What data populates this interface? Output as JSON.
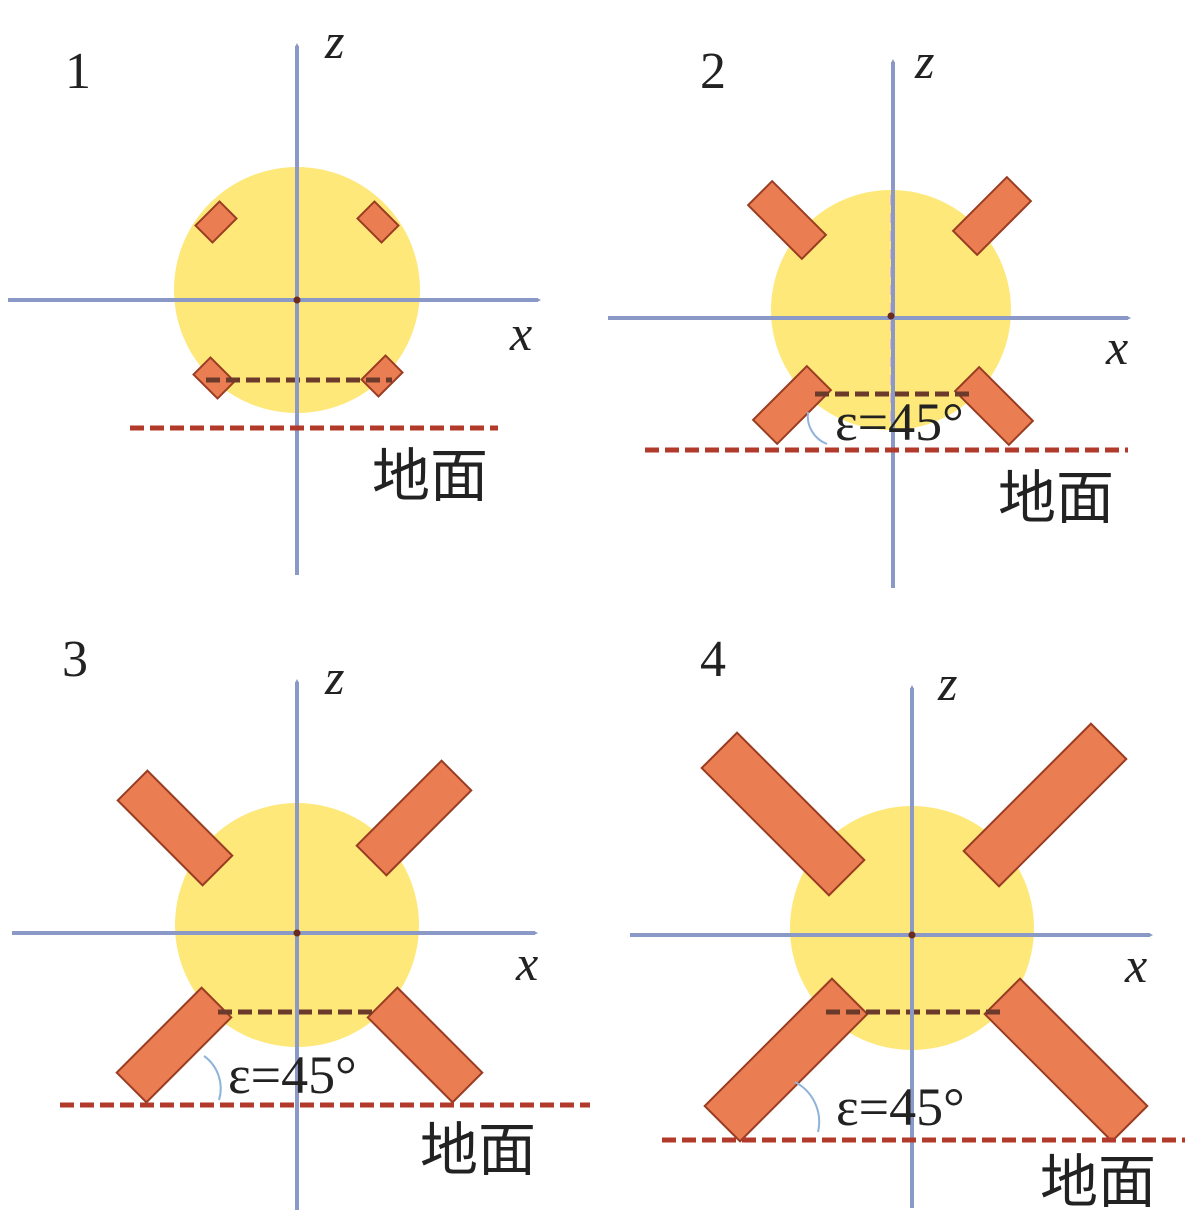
{
  "panels": [
    {
      "number": "1",
      "x_label": "x",
      "z_label": "z",
      "ground_label": "地面",
      "angle_label": ""
    },
    {
      "number": "2",
      "x_label": "x",
      "z_label": "z",
      "ground_label": "地面",
      "angle_label": "ε=45°"
    },
    {
      "number": "3",
      "x_label": "x",
      "z_label": "z",
      "ground_label": "地面",
      "angle_label": "ε=45°"
    },
    {
      "number": "4",
      "x_label": "x",
      "z_label": "z",
      "ground_label": "地面",
      "angle_label": "ε=45°"
    }
  ],
  "colors": {
    "body": "#fde879",
    "flipper": "#ea7e52",
    "flipper_edge": "#9a3c22",
    "axis": "#8a99c6",
    "ground": "#b23a2a",
    "angle_arc": "#8fb3d9"
  }
}
